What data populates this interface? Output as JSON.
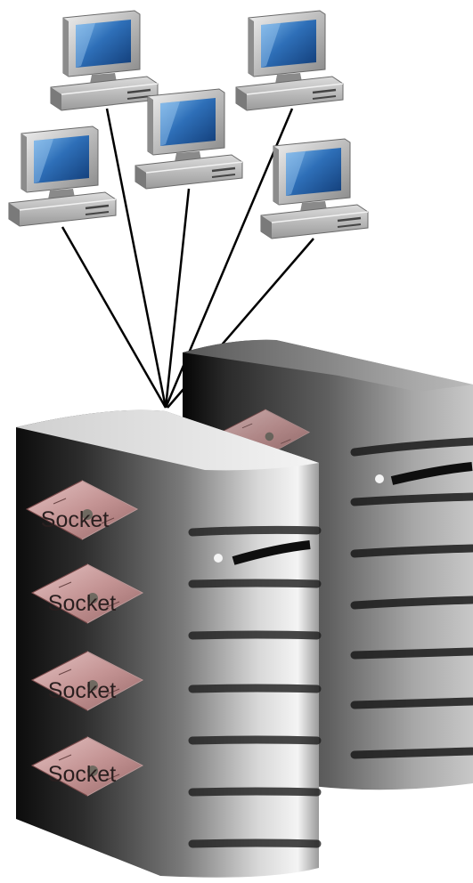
{
  "diagram": {
    "clients": [
      {
        "name": "client-computer"
      },
      {
        "name": "client-computer"
      },
      {
        "name": "client-computer"
      },
      {
        "name": "client-computer"
      },
      {
        "name": "client-computer"
      }
    ],
    "servers": [
      {
        "name": "front-server"
      },
      {
        "name": "back-server"
      }
    ],
    "sockets": [
      {
        "label": "Socket"
      },
      {
        "label": "Socket"
      },
      {
        "label": "Socket"
      },
      {
        "label": "Socket"
      }
    ],
    "colors": {
      "monitor_screen": "#2e6fb8",
      "computer_case": "#b8b8b8",
      "server_dark": "#2a2a2a",
      "server_light": "#e8e8e8",
      "socket_chip": "#c89a9a",
      "connection_line": "#000000"
    }
  }
}
